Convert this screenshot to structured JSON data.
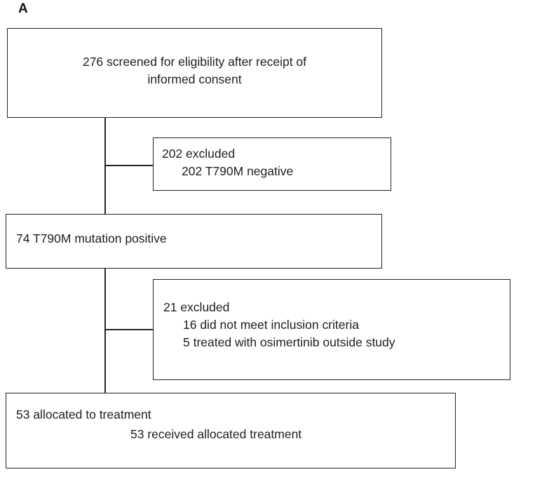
{
  "panel_label": "A",
  "boxes": {
    "screened": {
      "line1": "276 screened for eligibility after receipt of",
      "line2": "informed consent"
    },
    "excluded_t790m": {
      "line1": "202 excluded",
      "line2": "202 T790M negative"
    },
    "t790m_positive": {
      "line1": "74 T790M mutation positive"
    },
    "excluded_criteria": {
      "line1": "21 excluded",
      "line2": "16 did not meet inclusion criteria",
      "line3": "5 treated with osimertinib outside study"
    },
    "allocated": {
      "line1": "53 allocated to treatment",
      "line2": "53 received allocated treatment"
    }
  }
}
